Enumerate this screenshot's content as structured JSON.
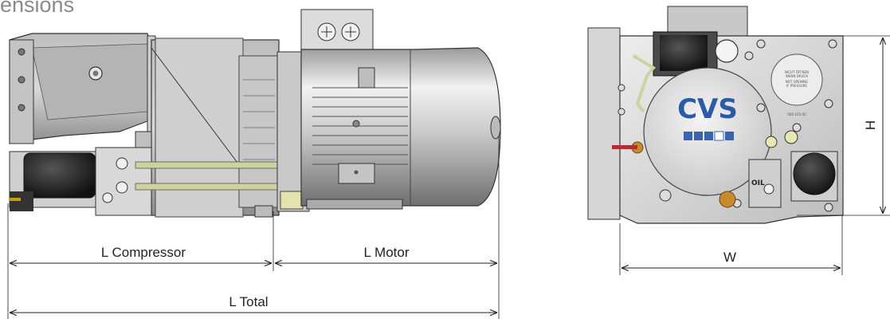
{
  "header": {
    "title": "ensions"
  },
  "dimensions": {
    "l_compressor": "L Compressor",
    "l_motor": "L Motor",
    "l_total": "L Total",
    "width": "W",
    "height": "H"
  },
  "end_view": {
    "logo": "CVS",
    "warning_label_de_1": "NICHT ÖFFNEN",
    "warning_label_de_2": "WENN DRUCK",
    "warning_label_en_1": "NOT OPENING",
    "warning_label_en_2": "IF PRESSURE",
    "part_number": "000 105-00",
    "oil_label": "OIL"
  },
  "colors": {
    "metal_light": "#e2e2e2",
    "metal_mid": "#b9b9b9",
    "metal_dark": "#7a7a7a",
    "outline": "#333333",
    "pipe": "#cfd2a0",
    "logo_blue": "#2b5aa6"
  }
}
